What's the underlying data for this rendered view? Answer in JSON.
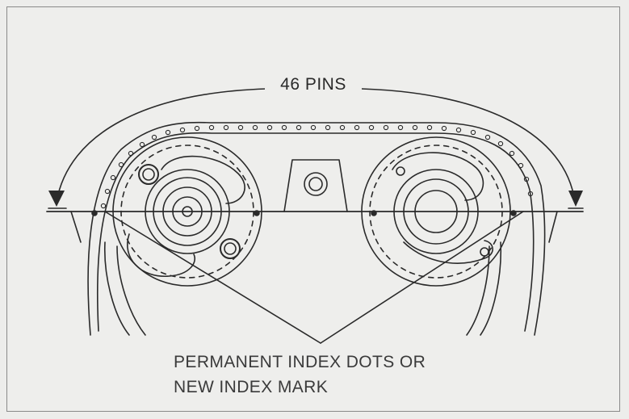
{
  "labels": {
    "pins": "46 PINS",
    "callout_line1": "PERMANENT INDEX DOTS OR",
    "callout_line2": "NEW INDEX MARK"
  },
  "colors": {
    "background": "#eeeeec",
    "ink": "#2a2a2a",
    "border": "#8a8a8a"
  }
}
